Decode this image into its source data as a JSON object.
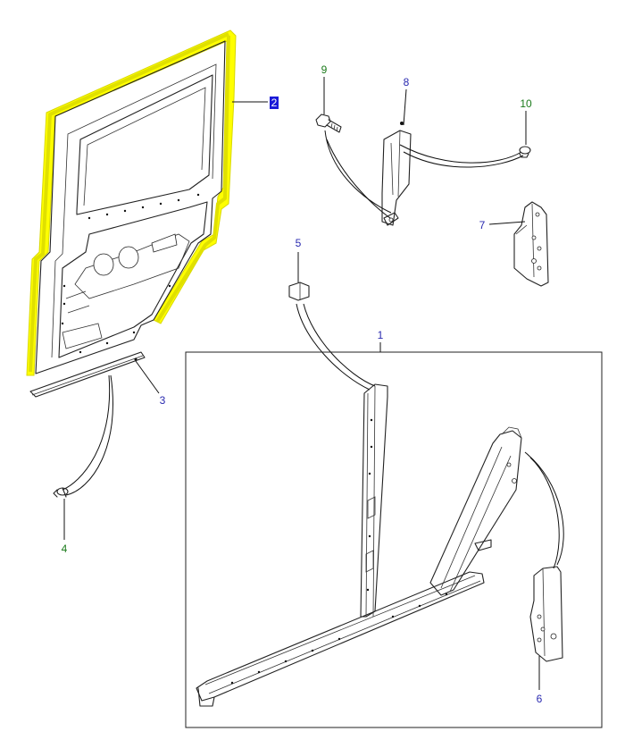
{
  "diagram": {
    "callouts": [
      {
        "id": "c1",
        "label": "1",
        "color": "#2a2ab0"
      },
      {
        "id": "c2",
        "label": "2",
        "color": "#ffffff",
        "highlight": "#1a1ad8"
      },
      {
        "id": "c3",
        "label": "3",
        "color": "#2a2ab0"
      },
      {
        "id": "c4",
        "label": "4",
        "color": "#1a7a1a"
      },
      {
        "id": "c5",
        "label": "5",
        "color": "#2a2ab0"
      },
      {
        "id": "c6",
        "label": "6",
        "color": "#2a2ab0"
      },
      {
        "id": "c7",
        "label": "7",
        "color": "#2a2ab0"
      },
      {
        "id": "c8",
        "label": "8",
        "color": "#2a2ab0"
      },
      {
        "id": "c9",
        "label": "9",
        "color": "#1a7a1a"
      },
      {
        "id": "c10",
        "label": "10",
        "color": "#1a7a1a"
      }
    ],
    "highlight_color": "#ffff00",
    "selected_part": "2"
  }
}
